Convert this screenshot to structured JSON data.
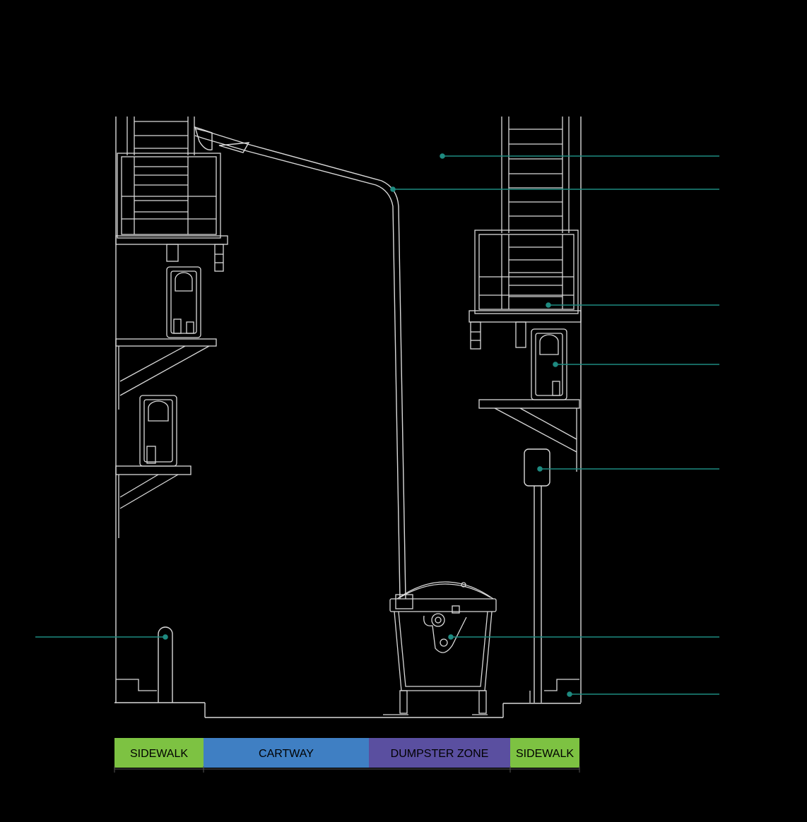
{
  "zones": [
    {
      "label": "SIDEWALK",
      "color": "#7DC242"
    },
    {
      "label": "CARTWAY",
      "color": "#3F7FC3"
    },
    {
      "label": "DUMPSTER ZONE",
      "color": "#5A4FA0"
    },
    {
      "label": "SIDEWALK",
      "color": "#7DC242"
    }
  ],
  "colors": {
    "background": "#000000",
    "linework": "#D9D9D9",
    "leader": "#1E8A80"
  }
}
